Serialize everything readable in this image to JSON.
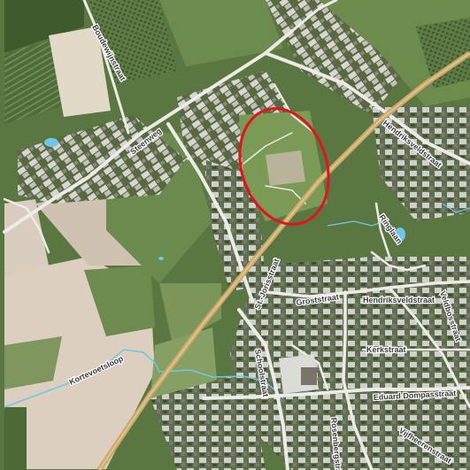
{
  "map": {
    "street_labels": [
      "Boudewijnstraat",
      "Steenweg",
      "Hendriksveldstraat",
      "Ringlaan",
      "Groststraat",
      "Hendriksveldstraat",
      "Veldbosstraat",
      "Kerkstraat",
      "Eduard Dompasstraat",
      "Schoolstraat",
      "St.-Jorisstraat",
      "Rosenbergstraat",
      "Vijfheerenstraat",
      "Kortevoetsloop"
    ],
    "colors": {
      "highlight_outline": "#e3121b",
      "road": "#ecebe6",
      "railway": "#c9a86a",
      "water": "#6fc7e3",
      "field_light": "#dcd5c6",
      "field_green": "#6f8f52",
      "vegetation_dark": "#3f5a2c",
      "roof": "#d4d4d2"
    },
    "highlight_area": "red-ellipse"
  }
}
